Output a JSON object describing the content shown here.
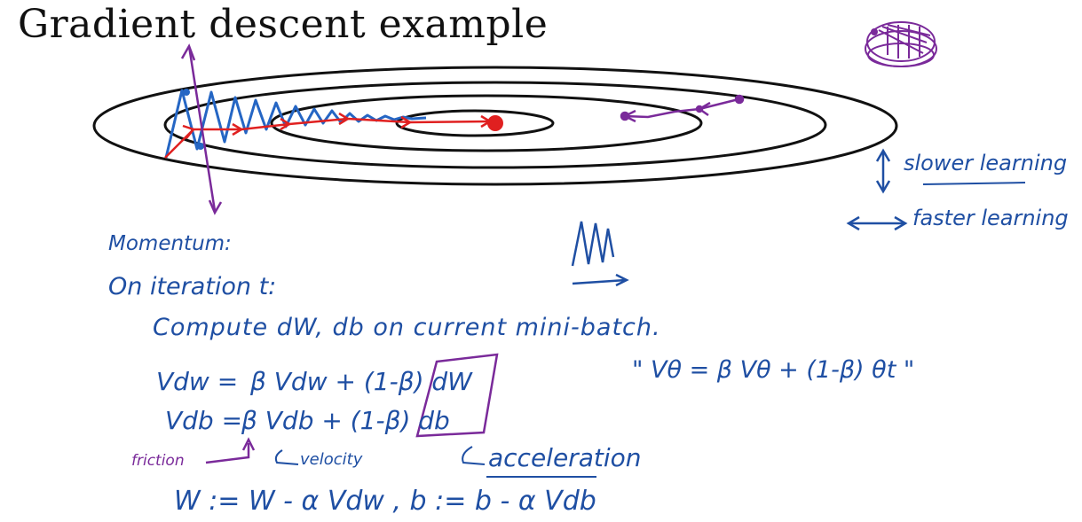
{
  "title": "Gradient descent example",
  "annotations": {
    "slower": "slower learning",
    "faster": "faster learning"
  },
  "notes": {
    "momentum": "Momentum:",
    "iteration": "On iteration t:",
    "compute": "Compute dW, db on current mini-batch.",
    "vdw_lhs": "Vdw =",
    "vdw_rhs": "β Vdw  +  (1-β) dW",
    "vdb_lhs": "Vdb =",
    "vdb_rhs": "β Vdb  +  (1-β) db",
    "ema": "\" Vθ = β Vθ + (1-β) θt \"",
    "friction": "friction",
    "velocity": "velocity",
    "acceleration": "acceleration",
    "update": "W := W - α Vdw ,  b := b - α Vdb"
  },
  "colors": {
    "ink_blue": "#1f4fa3",
    "ink_purple": "#7a2a9a",
    "ink_red": "#e02020",
    "contour": "#111111"
  }
}
